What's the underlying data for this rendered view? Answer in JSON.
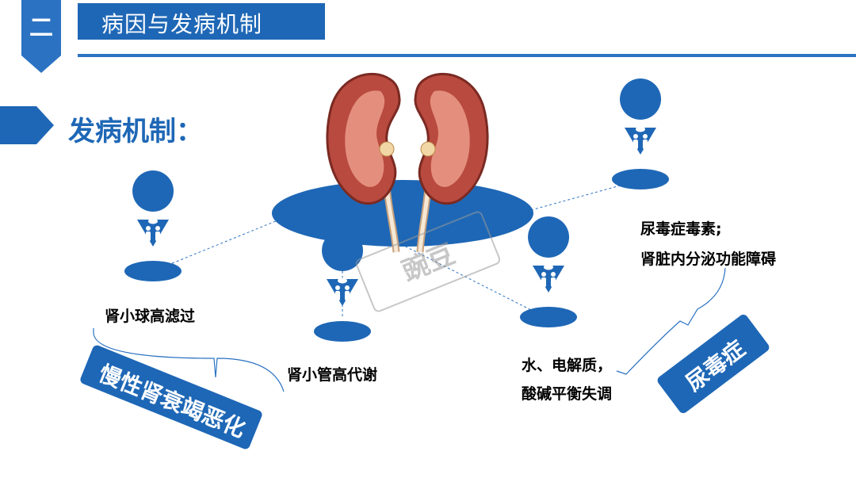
{
  "header": {
    "section_number": "二",
    "title": "病因与发病机制"
  },
  "subheading": "发病机制：",
  "nodes": {
    "glomerular": "肾小球高滤过",
    "tubular": "肾小管高代谢",
    "electrolyte_line1": "水、电解质，",
    "electrolyte_line2": "酸碱平衡失调",
    "uremic_line1": "尿毒症毒素;",
    "uremic_line2": "肾脏内分泌功能障碍"
  },
  "tags": {
    "ckd": "慢性肾衰竭恶化",
    "uremia": "尿毒症"
  },
  "watermark": "豌豆",
  "colors": {
    "primary": "#1e67b6",
    "secondary": "#2b72c2",
    "text": "#000000"
  },
  "icons": [
    "people-pin-icon",
    "kidney-illustration"
  ]
}
